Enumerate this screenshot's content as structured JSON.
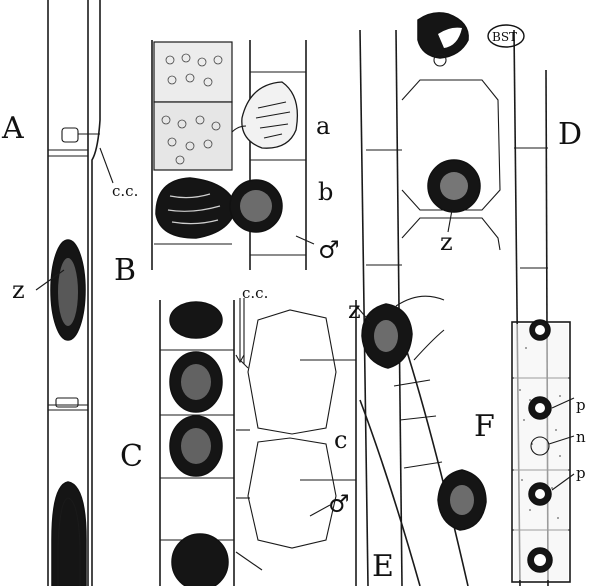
{
  "figure": {
    "panels": [
      {
        "id": "A",
        "text": "A"
      },
      {
        "id": "B",
        "text": "B"
      },
      {
        "id": "C",
        "text": "C"
      },
      {
        "id": "D",
        "text": "D"
      },
      {
        "id": "E",
        "text": "E"
      },
      {
        "id": "F",
        "text": "F"
      }
    ],
    "labels": {
      "cc_a": "c.c.",
      "cc_bc": "c.c.",
      "z_a": "z",
      "z_d": "z",
      "z_e": "z",
      "a": "a",
      "b": "b",
      "c": "c",
      "male_b": "♂",
      "male_c": "♂",
      "p_top": "p",
      "n": "n",
      "p_bottom": "p"
    },
    "monogram": "BST"
  }
}
